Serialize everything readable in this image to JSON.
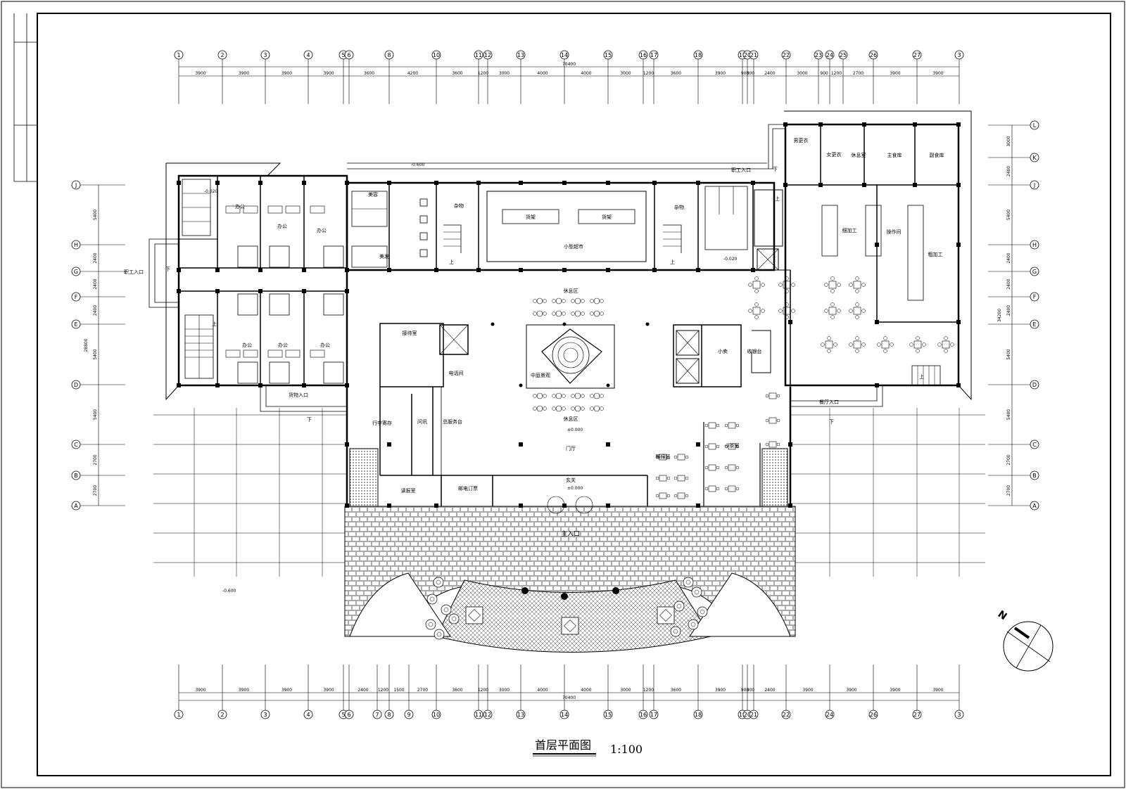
{
  "drawing": {
    "title": "首层平面图",
    "scale": "1:100"
  },
  "grid": {
    "top_labels": [
      "1",
      "2",
      "3",
      "4",
      "5",
      "6",
      "8",
      "10",
      "11",
      "12",
      "13",
      "14",
      "15",
      "16",
      "17",
      "18",
      "19",
      "20",
      "21",
      "22",
      "23",
      "24",
      "25",
      "26",
      "27",
      "3"
    ],
    "bottom_labels": [
      "1",
      "2",
      "3",
      "4",
      "5",
      "6",
      "7",
      "8",
      "9",
      "10",
      "11",
      "12",
      "13",
      "14",
      "15",
      "16",
      "17",
      "18",
      "19",
      "20",
      "21",
      "22",
      "24",
      "26",
      "27",
      "3"
    ],
    "row_labels": [
      "L",
      "K",
      "J",
      "H",
      "G",
      "F",
      "E",
      "D",
      "C",
      "B",
      "A"
    ],
    "top_dims": [
      "3900",
      "3900",
      "3900",
      "3900",
      "3600",
      "4200",
      "3600",
      "1200",
      "3000",
      "4000",
      "4000",
      "3000",
      "1200",
      "3600",
      "3900",
      "900",
      "300",
      "2400",
      "3000",
      "900",
      "1200",
      "2700",
      "3900",
      "3900"
    ],
    "bottom_dims": [
      "3900",
      "3900",
      "3900",
      "3900",
      "2400",
      "1200",
      "1500",
      "2700",
      "3600",
      "1200",
      "3000",
      "4000",
      "4000",
      "3000",
      "1200",
      "3600",
      "3900",
      "900",
      "300",
      "2400",
      "3900",
      "3900",
      "3900",
      "3900"
    ],
    "total_dim": "70400",
    "left_dims": [
      "5400",
      "2400",
      "2400",
      "2400",
      "5400",
      "5400",
      "2700",
      "2700"
    ],
    "left_total": "28800",
    "right_dims": [
      "3000",
      "2400",
      "5400",
      "2400",
      "2400",
      "2400",
      "5400",
      "5400",
      "2700",
      "2700"
    ],
    "right_total": "34200"
  },
  "rooms": {
    "office_1": "办公",
    "office_2": "办公",
    "office_3": "办公",
    "office_4": "办公",
    "office_5": "办公",
    "office_6": "办公",
    "beauty": "美容",
    "hair": "美发",
    "storage_1": "杂物",
    "shelf_1": "货架",
    "shelf_2": "货架",
    "supermarket": "小型超市",
    "storage_2": "杂物",
    "male_locker": "男更衣",
    "female_locker": "女更衣",
    "rest_room": "休息室",
    "main_store": "主食库",
    "side_store": "副食库",
    "fine_proc": "细加工",
    "operation": "操作间",
    "rough_proc": "粗加工",
    "lounge_top": "休息区",
    "lounge_bottom": "休息区",
    "reception": "接待室",
    "phone_room": "电话间",
    "atrium": "中庭景观",
    "shop": "小卖",
    "cashier": "收银台",
    "luggage": "行李寄存",
    "inquiry": "问讯",
    "service_desk": "总服务台",
    "lobby": "门厅",
    "waiting": "等候区",
    "tea_room": "小茶室",
    "reading": "读报室",
    "post": "邮电订票",
    "vestibule": "玄关"
  },
  "entrances": {
    "staff_left": "职工入口",
    "staff_top": "职工入口",
    "goods": "货物入口",
    "dining": "餐厅入口",
    "main": "主入口"
  },
  "levels": {
    "outside": "-0.600",
    "outside_top": "-0.600",
    "toilet_left": "-0.020",
    "toilet_right": "-0.020",
    "lobby": "±0.000",
    "vestibule": "±0.000"
  },
  "stairs": {
    "up": "上",
    "down": "下"
  },
  "north": "N"
}
